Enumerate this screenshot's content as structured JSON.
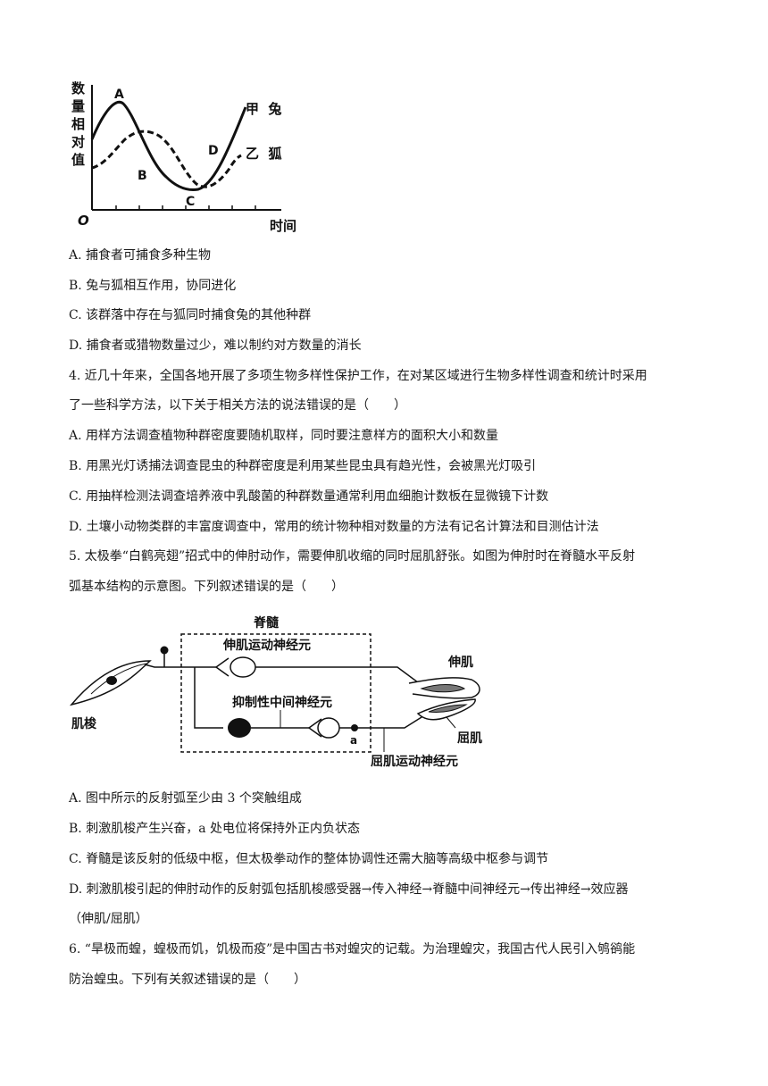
{
  "graph": {
    "y_label": [
      "数",
      "量",
      "相",
      "对",
      "值"
    ],
    "x_label": "时间",
    "origin": "O",
    "points": {
      "A": "A",
      "B": "B",
      "C": "C",
      "D": "D"
    },
    "series_label_1": "甲  兔",
    "series_label_2": "乙  狐"
  },
  "q3_options": [
    "A. 捕食者可捕食多种生物",
    "B. 兔与狐相互作用，协同进化",
    "C. 该群落中存在与狐同时捕食兔的其他种群",
    "D. 捕食者或猎物数量过少，难以制约对方数量的消长"
  ],
  "q4": {
    "stem_1": "4. 近几十年来，全国各地开展了多项生物多样性保护工作，在对某区域进行生物多样性调查和统计时采用",
    "stem_2": "了一些科学方法，以下关于相关方法的说法错误的是（　　）",
    "options": [
      "A. 用样方法调查植物种群密度要随机取样，同时要注意样方的面积大小和数量",
      "B. 用黑光灯诱捕法调查昆虫的种群密度是利用某些昆虫具有趋光性，会被黑光灯吸引",
      "C. 用抽样检测法调查培养液中乳酸菌的种群数量通常利用血细胞计数板在显微镜下计数",
      "D. 土壤小动物类群的丰富度调查中，常用的统计物种相对数量的方法有记名计算法和目测估计法"
    ]
  },
  "q5": {
    "stem_1": "5. 太极拳“白鹤亮翅”招式中的伸肘动作，需要伸肌收缩的同时屈肌舒张。如图为伸肘时在脊髓水平反射",
    "stem_2": "弧基本结构的示意图。下列叙述错误的是（　　）",
    "diagram": {
      "spinal_cord": "脊髓",
      "extensor_motor_neuron": "伸肌运动神经元",
      "inhibitory_interneuron": "抑制性中间神经元",
      "muscle_spindle": "肌梭",
      "extensor": "伸肌",
      "flexor": "屈肌",
      "flexor_motor_neuron": "屈肌运动神经元",
      "point_a": "a"
    },
    "options": [
      "A. 图中所示的反射弧至少由 3 个突触组成",
      "B. 刺激肌梭产生兴奋，a 处电位将保持外正内负状态",
      "C. 脊髓是该反射的低级中枢，但太极拳动作的整体协调性还需大脑等高级中枢参与调节",
      "D. 刺激肌梭引起的伸肘动作的反射弧包括肌梭感受器→传入神经→脊髓中间神经元→传出神经→效应器",
      "（伸肌/屈肌）"
    ]
  },
  "q6": {
    "stem_1": "6. “旱极而蝗，蝗极而饥，饥极而疫”是中国古书对蝗灾的记载。为治理蝗灾，我国古代人民引入鸲鹆能",
    "stem_2": "防治蝗虫。下列有关叙述错误的是（　　）"
  }
}
